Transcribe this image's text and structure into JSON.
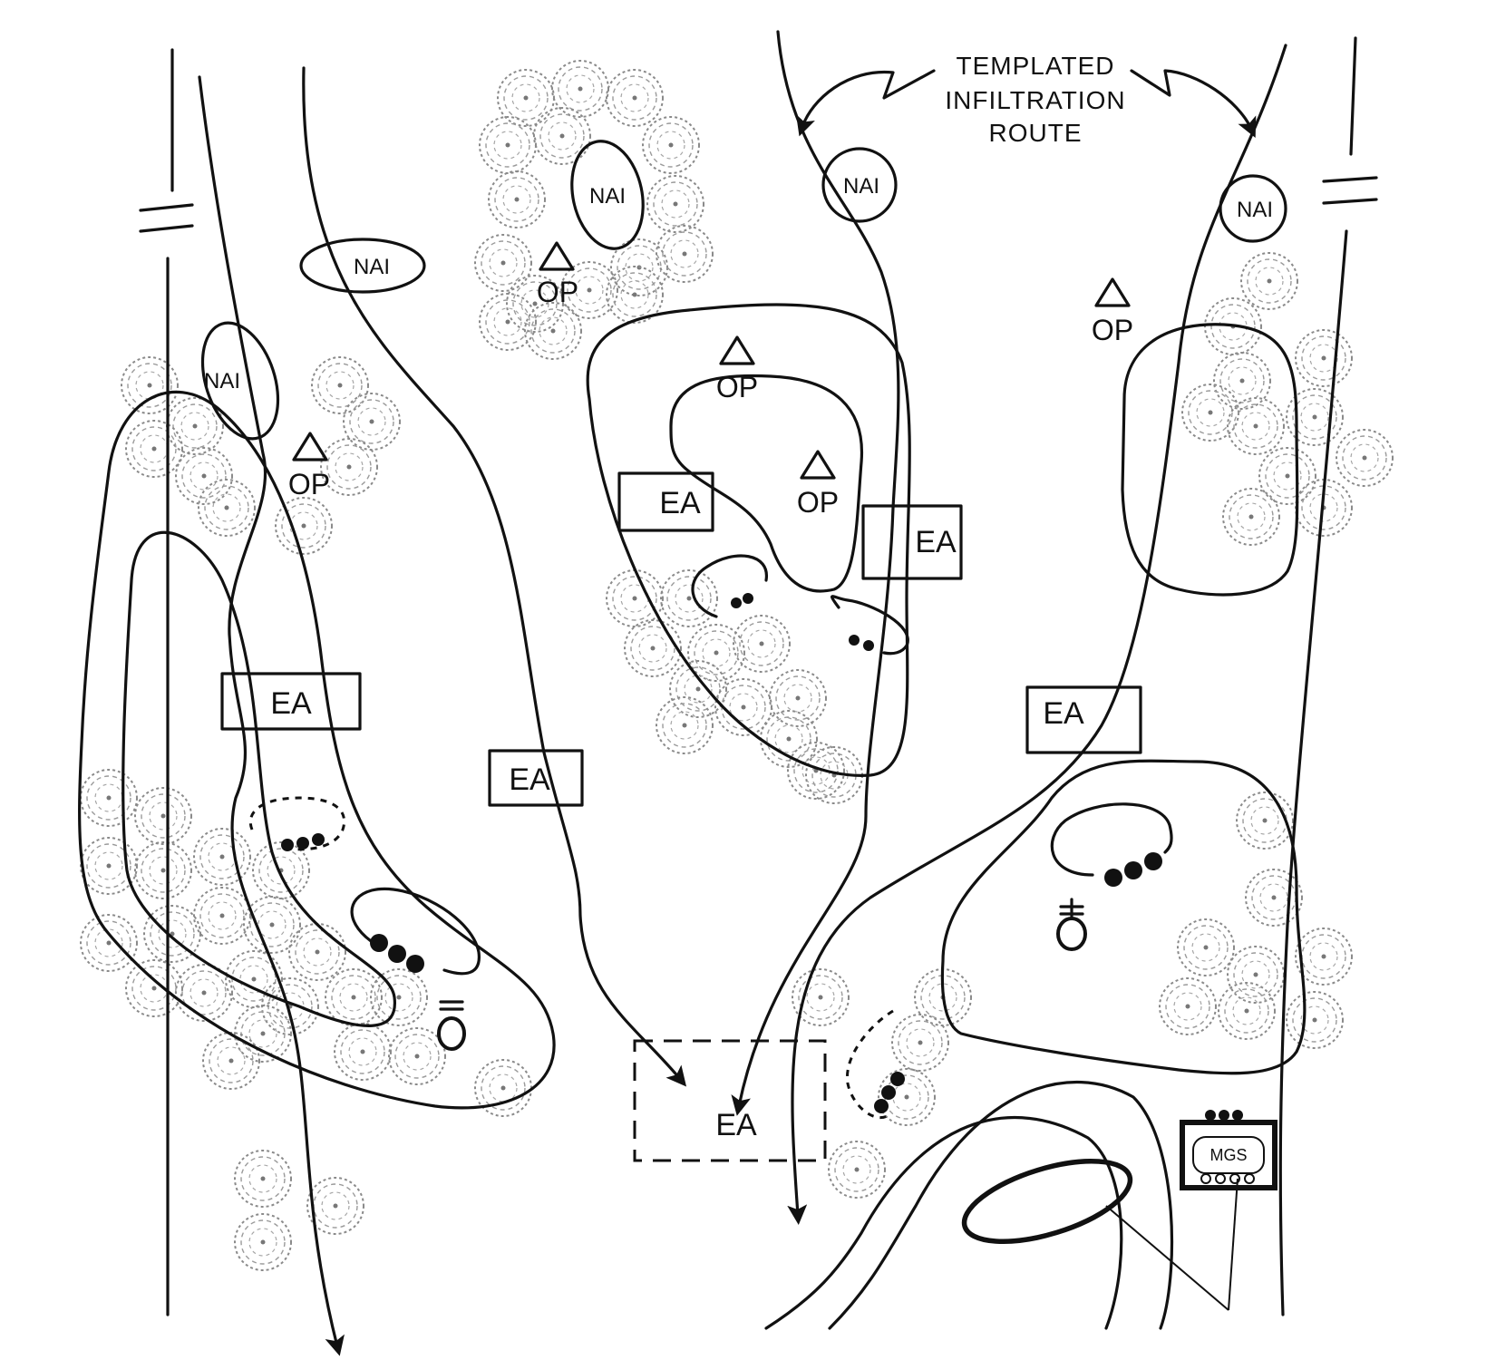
{
  "title_note": {
    "lines": [
      "TEMPLATED",
      "INFILTRATION",
      "ROUTE"
    ]
  },
  "labels": {
    "engagement_area": "EA",
    "named_area_of_interest": "NAI",
    "observation_post": "OP",
    "machine_gun_symbol": "MGS"
  },
  "symbols": {
    "op_triangle": "observation-post-triangle-icon",
    "crew_served_weapon": "crew-served-weapon-icon",
    "fighting_position_dots": "fighting-position-dots-icon",
    "vegetation": "tree-cluster-icon",
    "boundary_break": "boundary-break-icon"
  },
  "colors": {
    "ink": "#111111",
    "vegetation": "#8a8a8a",
    "background": "#ffffff"
  }
}
